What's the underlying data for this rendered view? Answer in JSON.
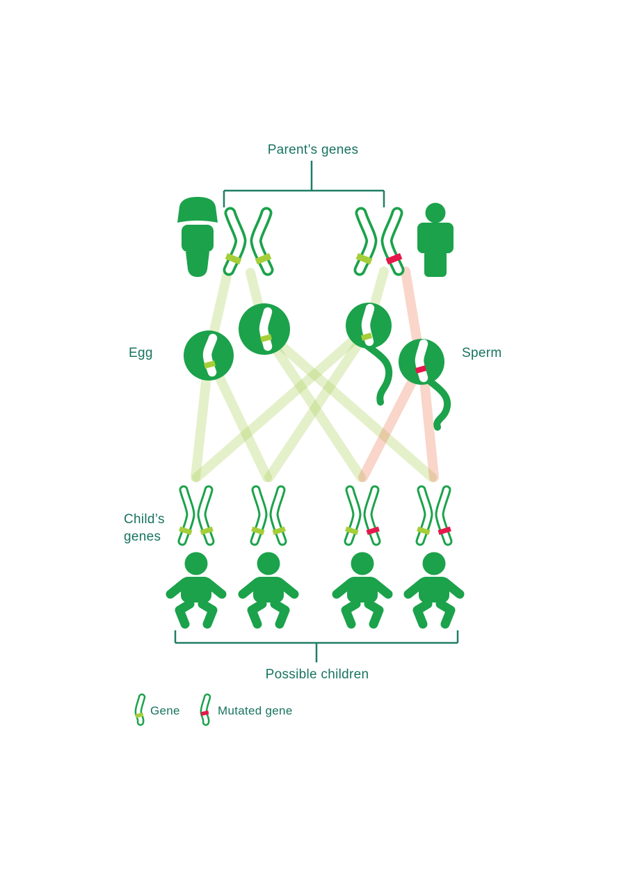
{
  "labels": {
    "title": "Parent’s genes",
    "egg": "Egg",
    "sperm": "Sperm",
    "childs_genes_line1": "Child’s",
    "childs_genes_line2": "genes",
    "possible_children": "Possible children"
  },
  "palette": {
    "figure_green": "#1ba24b",
    "gene_band_green": "#a6ce39",
    "mutated_band_red": "#e5174b",
    "label_text_green": "#17735f",
    "beam_green_tint": "#e8f1d4",
    "beam_pink_tint": "#f9dcd1",
    "background": "#ffffff"
  },
  "diagram": {
    "parents": [
      {
        "name": "mother",
        "icon": "woman",
        "chromosome_pair": [
          "gene",
          "gene"
        ]
      },
      {
        "name": "father",
        "icon": "man",
        "chromosome_pair": [
          "gene",
          "mutated_gene"
        ]
      }
    ],
    "gametes": [
      {
        "name": "egg-1",
        "type": "egg",
        "carries": "gene"
      },
      {
        "name": "egg-2",
        "type": "egg",
        "carries": "gene"
      },
      {
        "name": "sperm-1",
        "type": "sperm",
        "carries": "gene"
      },
      {
        "name": "sperm-2",
        "type": "sperm",
        "carries": "mutated_gene"
      }
    ],
    "children": [
      {
        "name": "child-1",
        "chromosome_pair": [
          "gene",
          "gene"
        ]
      },
      {
        "name": "child-2",
        "chromosome_pair": [
          "gene",
          "gene"
        ]
      },
      {
        "name": "child-3",
        "chromosome_pair": [
          "gene",
          "mutated_gene"
        ]
      },
      {
        "name": "child-4",
        "chromosome_pair": [
          "gene",
          "mutated_gene"
        ]
      }
    ],
    "inheritance": [
      {
        "from": "mother-chromosome-1",
        "to": "egg-1"
      },
      {
        "from": "mother-chromosome-2",
        "to": "egg-2"
      },
      {
        "from": "father-chromosome-normal",
        "to": "sperm-1"
      },
      {
        "from": "father-chromosome-mutated",
        "to": "sperm-2"
      },
      {
        "from": "egg-1",
        "to": "child-1"
      },
      {
        "from": "egg-1",
        "to": "child-2"
      },
      {
        "from": "egg-2",
        "to": "child-3"
      },
      {
        "from": "egg-2",
        "to": "child-4"
      },
      {
        "from": "sperm-1",
        "to": "child-1"
      },
      {
        "from": "sperm-1",
        "to": "child-2"
      },
      {
        "from": "sperm-2",
        "to": "child-3"
      },
      {
        "from": "sperm-2",
        "to": "child-4"
      }
    ],
    "legend": [
      {
        "swatch": "gene",
        "label": "Gene"
      },
      {
        "swatch": "mutated_gene",
        "label": "Mutated gene"
      }
    ]
  }
}
